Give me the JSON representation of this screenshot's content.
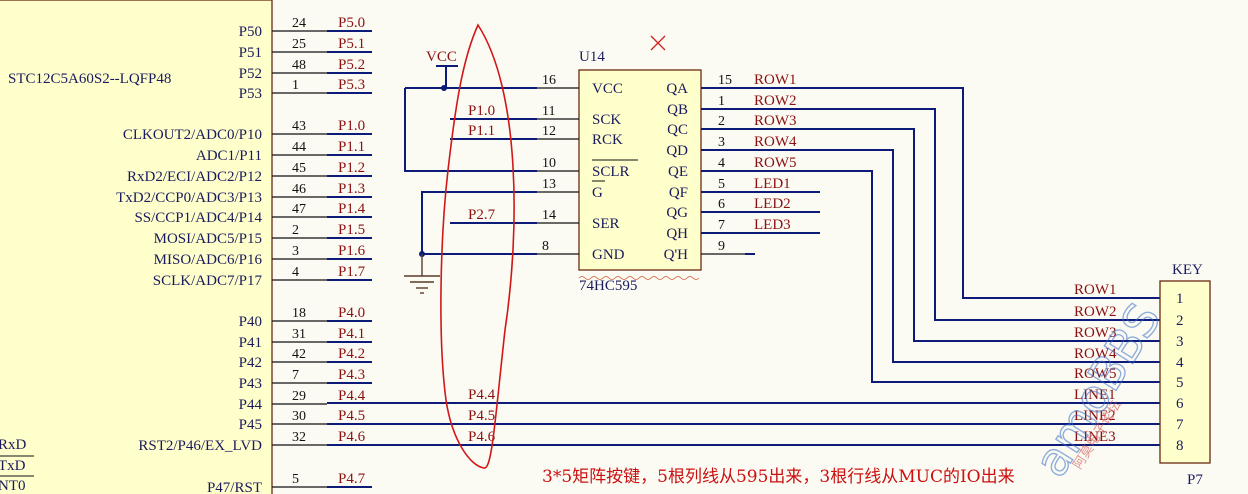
{
  "mcu": {
    "part": "STC12C5A60S2--LQFP48",
    "port5": [
      {
        "label": "P50",
        "num": "24",
        "net": "P5.0"
      },
      {
        "label": "P51",
        "num": "25",
        "net": "P5.1"
      },
      {
        "label": "P52",
        "num": "48",
        "net": "P5.2"
      },
      {
        "label": "P53",
        "num": "1",
        "net": "P5.3"
      }
    ],
    "port1": [
      {
        "label": "CLKOUT2/ADC0/P10",
        "num": "43",
        "net": "P1.0"
      },
      {
        "label": "ADC1/P11",
        "num": "44",
        "net": "P1.1"
      },
      {
        "label": "RxD2/ECI/ADC2/P12",
        "num": "45",
        "net": "P1.2"
      },
      {
        "label": "TxD2/CCP0/ADC3/P13",
        "num": "46",
        "net": "P1.3"
      },
      {
        "label": "SS/CCP1/ADC4/P14",
        "num": "47",
        "net": "P1.4"
      },
      {
        "label": "MOSI/ADC5/P15",
        "num": "2",
        "net": "P1.5"
      },
      {
        "label": "MISO/ADC6/P16",
        "num": "3",
        "net": "P1.6"
      },
      {
        "label": "SCLK/ADC7/P17",
        "num": "4",
        "net": "P1.7"
      }
    ],
    "port4": [
      {
        "label": "P40",
        "num": "18",
        "net": "P4.0"
      },
      {
        "label": "P41",
        "num": "31",
        "net": "P4.1"
      },
      {
        "label": "P42",
        "num": "42",
        "net": "P4.2"
      },
      {
        "label": "P43",
        "num": "7",
        "net": "P4.3"
      },
      {
        "label": "P44",
        "num": "29",
        "net": "P4.4"
      },
      {
        "label": "P45",
        "num": "30",
        "net": "P4.5"
      },
      {
        "label": "RST2/P46/EX_LVD",
        "num": "32",
        "net": "P4.6"
      },
      {
        "label": "P47/RST",
        "num": "5",
        "net": "P4.7"
      }
    ],
    "left_edge": [
      "RxD",
      "TxD",
      "NT0"
    ]
  },
  "vcc_label": "VCC",
  "shift_reg": {
    "ref": "U14",
    "part": "74HC595",
    "left_pins": [
      {
        "name": "VCC",
        "num": "16",
        "net": ""
      },
      {
        "name": "SCK",
        "num": "11",
        "net": "P1.0"
      },
      {
        "name": "RCK",
        "num": "12",
        "net": "P1.1"
      },
      {
        "name": "SCLR",
        "num": "10",
        "net": ""
      },
      {
        "name": "G",
        "num": "13",
        "net": ""
      },
      {
        "name": "SER",
        "num": "14",
        "net": "P2.7"
      },
      {
        "name": "GND",
        "num": "8",
        "net": ""
      }
    ],
    "right_pins": [
      {
        "name": "QA",
        "num": "15",
        "net": "ROW1"
      },
      {
        "name": "QB",
        "num": "1",
        "net": "ROW2"
      },
      {
        "name": "QC",
        "num": "2",
        "net": "ROW3"
      },
      {
        "name": "QD",
        "num": "3",
        "net": "ROW4"
      },
      {
        "name": "QE",
        "num": "4",
        "net": "ROW5"
      },
      {
        "name": "QF",
        "num": "5",
        "net": "LED1"
      },
      {
        "name": "QG",
        "num": "6",
        "net": "LED2"
      },
      {
        "name": "QH",
        "num": "7",
        "net": "LED3"
      },
      {
        "name": "Q'H",
        "num": "9",
        "net": ""
      }
    ]
  },
  "connector": {
    "title": "KEY",
    "ref": "P7",
    "pins": [
      {
        "num": "1",
        "net": "ROW1"
      },
      {
        "num": "2",
        "net": "ROW2"
      },
      {
        "num": "3",
        "net": "ROW3"
      },
      {
        "num": "4",
        "net": "ROW4"
      },
      {
        "num": "5",
        "net": "ROW5"
      },
      {
        "num": "6",
        "net": "LINE1"
      },
      {
        "num": "7",
        "net": "LINE2"
      },
      {
        "num": "8",
        "net": "LINE3"
      }
    ]
  },
  "mid_nets": [
    "P4.4",
    "P4.5",
    "P4.6"
  ],
  "note": "3*5矩阵按键，5根列线从595出来，3根行线从MUC的IO出来",
  "watermark": {
    "brand": "amoBBS",
    "sub": "阿莫电子论坛"
  }
}
